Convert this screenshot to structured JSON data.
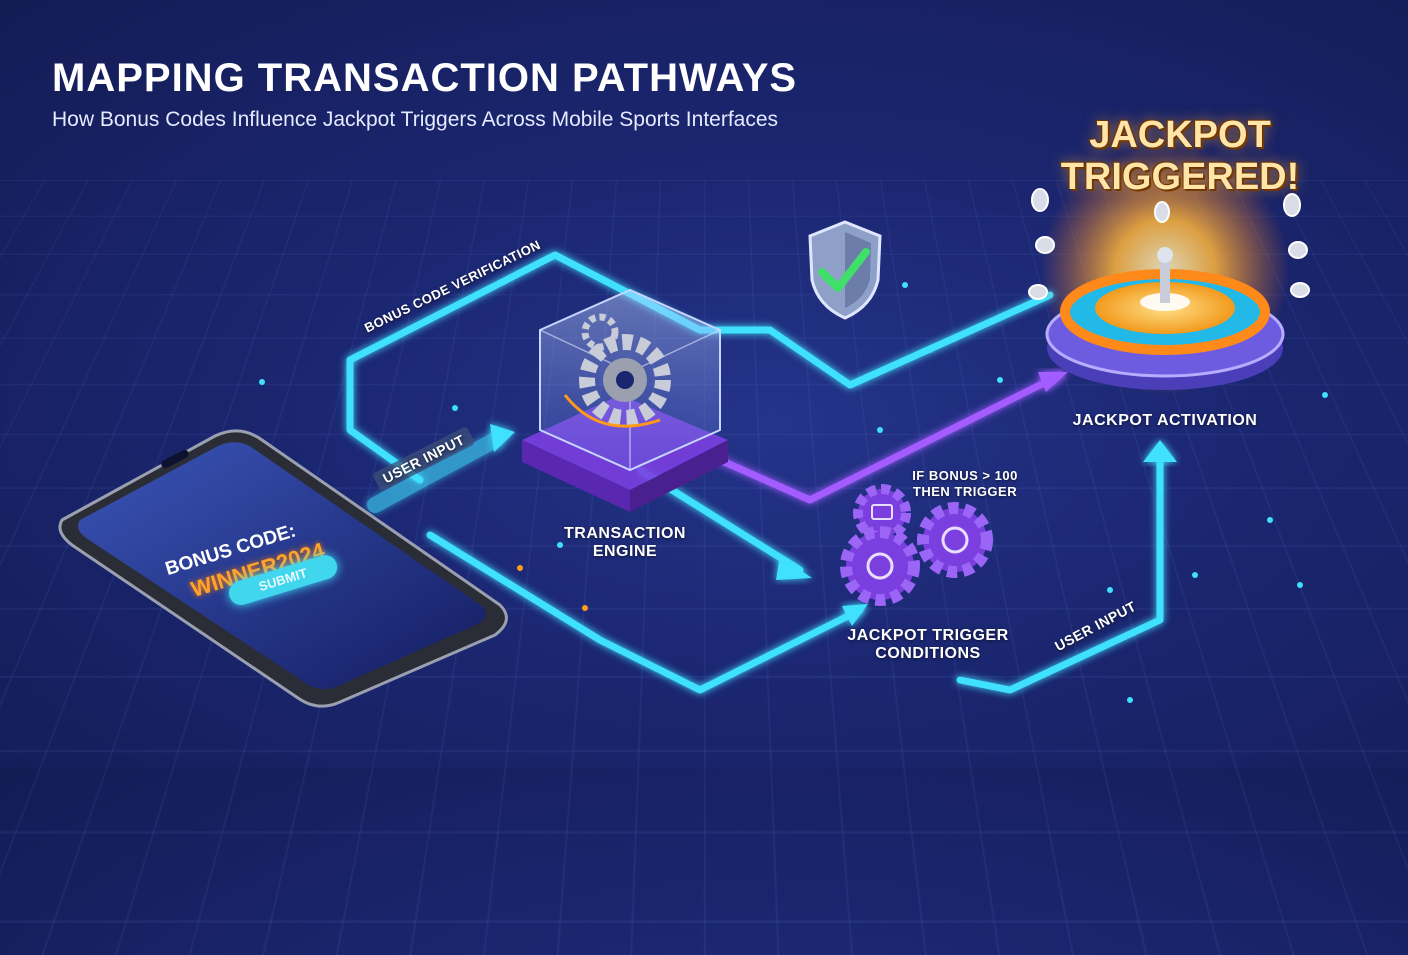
{
  "header": {
    "title": "MAPPING TRANSACTION PATHWAYS",
    "subtitle": "How Bonus Codes Influence Jackpot Triggers Across Mobile Sports Interfaces"
  },
  "phone": {
    "bonus_label": "BONUS CODE:",
    "bonus_code": "WINNER2024",
    "submit_label": "SUBMIT"
  },
  "flow_labels": {
    "bonus_code_verification": "BONUS CODE VERIFICATION",
    "user_input_1": "USER INPUT",
    "transaction_engine_1": "TRANSACTION",
    "transaction_engine_2": "ENGINE",
    "condition_1": "IF BONUS > 100",
    "condition_2": "THEN TRIGGER",
    "trigger_conditions_1": "JACKPOT TRIGGER",
    "trigger_conditions_2": "CONDITIONS",
    "user_input_2": "USER INPUT",
    "jackpot_activation": "JACKPOT ACTIVATION"
  },
  "jackpot": {
    "banner_line1": "JACKPOT",
    "banner_line2": "TRIGGERED!"
  },
  "colors": {
    "background": "#1b2670",
    "path_cyan": "#3fe0ff",
    "path_purple": "#a35cff",
    "gear_purple": "#7b3fe0",
    "accent_orange": "#ff9a1a"
  },
  "icons": [
    "shield-check-icon",
    "gear-icon",
    "roulette-wheel-icon",
    "coin-icon"
  ]
}
